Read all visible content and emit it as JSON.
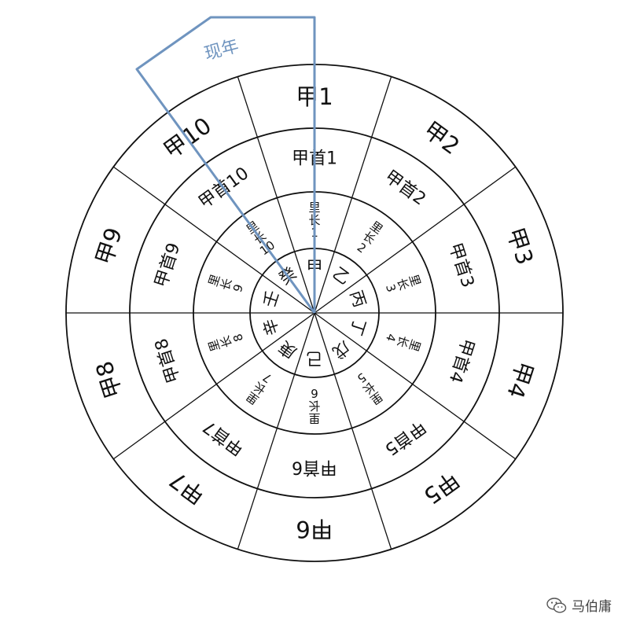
{
  "pointer": {
    "label": "现年",
    "color": "#6f94bf"
  },
  "ring_outer": [
    "甲1",
    "甲2",
    "甲3",
    "甲4",
    "甲5",
    "甲6",
    "甲7",
    "甲8",
    "甲9",
    "甲10"
  ],
  "ring_middle": [
    "甲首1",
    "甲首2",
    "甲首3",
    "甲首4",
    "甲首5",
    "甲首6",
    "甲首7",
    "甲首8",
    "甲首9",
    "甲首10"
  ],
  "ring_inner": [
    {
      "name": "里长",
      "num": "1"
    },
    {
      "name": "里长",
      "num": "2"
    },
    {
      "name": "里长",
      "num": "3"
    },
    {
      "name": "里长",
      "num": "4"
    },
    {
      "name": "里长",
      "num": "5"
    },
    {
      "name": "里长",
      "num": "6"
    },
    {
      "name": "里长",
      "num": "7"
    },
    {
      "name": "里长",
      "num": "8"
    },
    {
      "name": "里长",
      "num": "9"
    },
    {
      "name": "里长",
      "num": "10"
    }
  ],
  "ring_center": [
    "甲",
    "乙",
    "丙",
    "丁",
    "戊",
    "己",
    "庚",
    "辛",
    "壬",
    "癸"
  ],
  "watermark": {
    "text": "马伯庸"
  }
}
